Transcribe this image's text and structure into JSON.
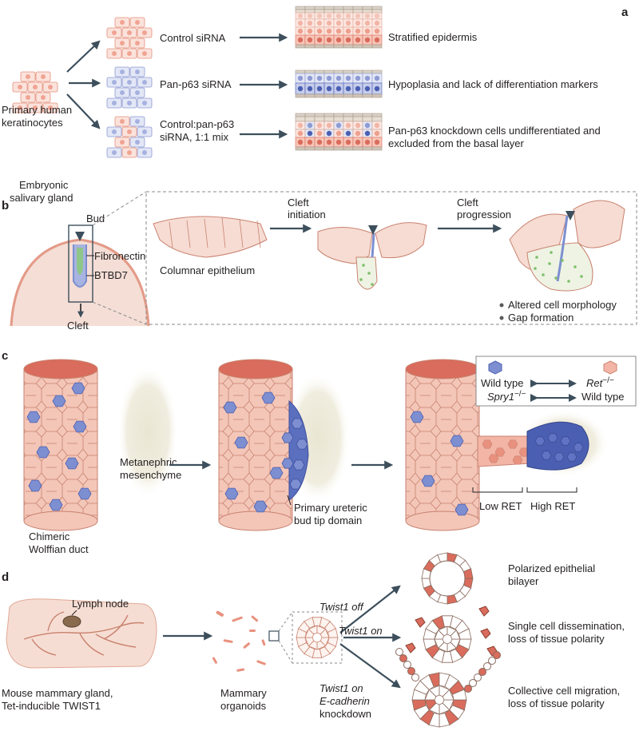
{
  "panel_a": {
    "letter": "a",
    "source_lines": [
      "Primary human",
      "keratinocytes"
    ],
    "rows": [
      {
        "label_lines": [
          "Control siRNA"
        ],
        "result_lines": [
          "Stratified epidermis"
        ]
      },
      {
        "label_lines": [
          "Pan-p63 siRNA"
        ],
        "result_lines": [
          "Hypoplasia and lack of differentiation markers"
        ]
      },
      {
        "label_lines": [
          "Control:pan-p63",
          "siRNA, 1:1 mix"
        ],
        "result_lines": [
          "Pan-p63 knockdown cells undifferentiated and",
          "excluded from the basal layer"
        ]
      }
    ]
  },
  "panel_b": {
    "letter": "b",
    "organ_lines": [
      "Embryonic",
      "salivary gland"
    ],
    "bud": "Bud",
    "fibronectin": "Fibronectin",
    "btbd7": "BTBD7",
    "cleft": "Cleft",
    "columnar": "Columnar epithelium",
    "initiation_lines": [
      "Cleft",
      "initiation"
    ],
    "progression_lines": [
      "Cleft",
      "progression"
    ],
    "bullets": [
      "Altered cell morphology",
      "Gap formation"
    ]
  },
  "panel_c": {
    "letter": "c",
    "wolffian_lines": [
      "Chimeric",
      "Wolffian duct"
    ],
    "mesenchyme_lines": [
      "Metanephric",
      "mesenchyme"
    ],
    "tip_lines": [
      "Primary ureteric",
      "bud tip domain"
    ],
    "low_ret": "Low RET",
    "high_ret": "High RET",
    "legend": {
      "wild_type": "Wild type",
      "ret": "Ret",
      "ret_sup": "−/−",
      "spry": "Spry1",
      "spry_sup": "−/−",
      "wild_type2": "Wild type"
    }
  },
  "panel_d": {
    "letter": "d",
    "lymph_node": "Lymph node",
    "mouse_lines": [
      "Mouse mammary gland,",
      "Tet-inducible TWIST1"
    ],
    "organoid_lines": [
      "Mammary",
      "organoids"
    ],
    "conditions": [
      {
        "lines": [
          "Twist1 off"
        ]
      },
      {
        "lines": [
          "Twist1 on"
        ]
      },
      {
        "lines": [
          "Twist1 on",
          "E-cadherin",
          "knockdown"
        ]
      }
    ],
    "outcomes": [
      {
        "lines": [
          "Polarized epithelial",
          "bilayer"
        ]
      },
      {
        "lines": [
          "Single cell dissemination,",
          "loss of tissue polarity"
        ]
      },
      {
        "lines": [
          "Collective cell migration,",
          "loss of tissue polarity"
        ]
      }
    ]
  },
  "colors": {
    "pink": "#f2b5a6",
    "red": "#d96c5c",
    "blue": "#7d8fd0",
    "dark_blue": "#4b5fb2",
    "arrow": "#3d4f5c",
    "beige": "#eeeadb"
  }
}
